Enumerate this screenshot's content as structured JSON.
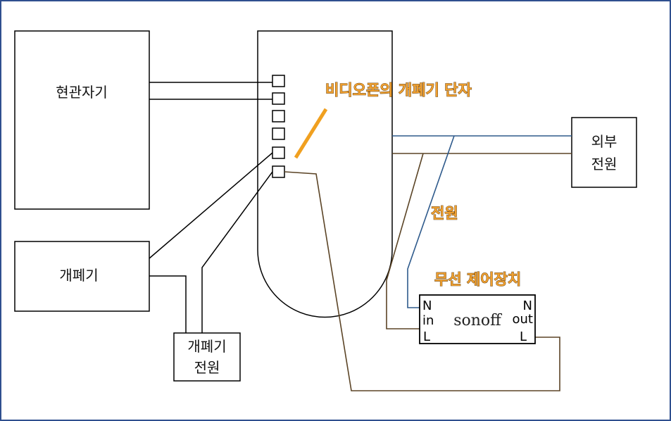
{
  "boxes": {
    "door_sensor": "현관자기",
    "opener": "개폐기",
    "opener_power_line1": "개폐기",
    "opener_power_line2": "전원",
    "external_power_line1": "외부",
    "external_power_line2": "전원"
  },
  "annotations": {
    "videophone_terminal": "비디오폰의 개폐기 단자",
    "power": "전원",
    "wireless_controller": "무선 제어장치"
  },
  "sonoff": {
    "name": "sonoff",
    "in_n": "N",
    "in_label": "in",
    "in_l": "L",
    "out_n": "N",
    "out_label": "out",
    "out_l": "L"
  },
  "colors": {
    "border": "#2f4f8f",
    "neutral_wire": "#2e5a8c",
    "live_wire": "#5b4426",
    "highlight": "#f0a030"
  }
}
